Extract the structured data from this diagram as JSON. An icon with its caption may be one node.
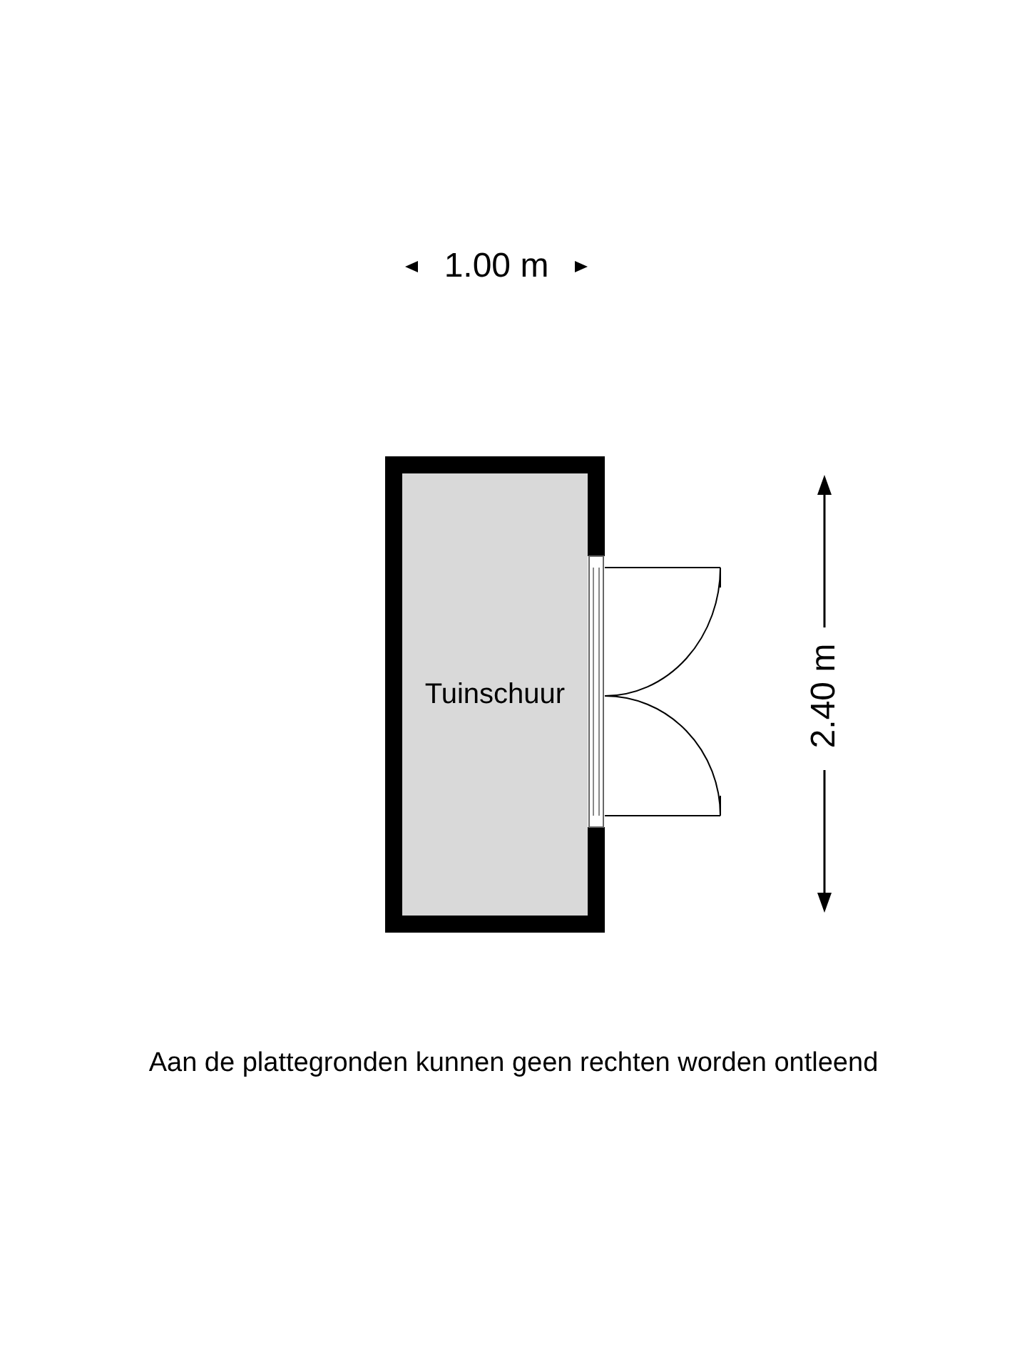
{
  "diagram": {
    "nodes": [
      {
        "text": [
          "Tuinschuur"
        ]
      }
    ],
    "labels": [
      "1.00 m",
      "2.40 m",
      "Aan de plattegronden kunnen geen rechten worden ontleend"
    ]
  }
}
